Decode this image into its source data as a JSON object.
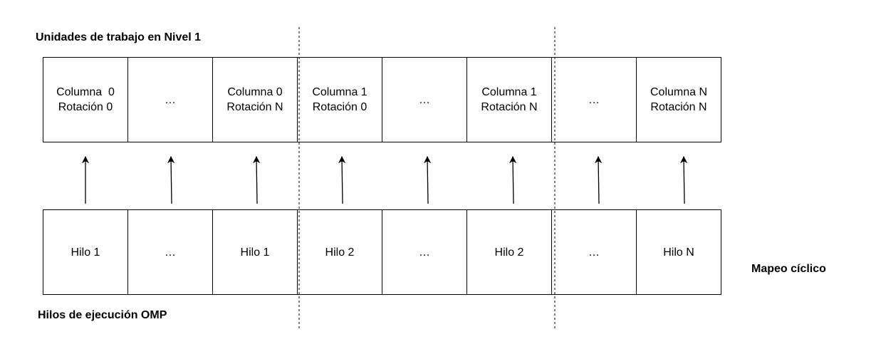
{
  "labels": {
    "top": "Unidades de trabajo en Nivel 1",
    "bottom": "Hilos de ejecución OMP",
    "right": "Mapeo cíclico"
  },
  "work_units": [
    {
      "line1": "Columna  0",
      "line2": "Rotación 0"
    },
    {
      "line1": "…",
      "line2": ""
    },
    {
      "line1": "Columna 0",
      "line2": "Rotación N"
    },
    {
      "line1": "Columna 1",
      "line2": "Rotación 0"
    },
    {
      "line1": "…",
      "line2": ""
    },
    {
      "line1": "Columna 1",
      "line2": "Rotación N"
    },
    {
      "line1": "…",
      "line2": ""
    },
    {
      "line1": "Columna N",
      "line2": "Rotación N"
    }
  ],
  "threads": [
    "Hilo 1",
    "…",
    "Hilo 1",
    "Hilo 2",
    "…",
    "Hilo 2",
    "…",
    "Hilo N"
  ],
  "colors": {
    "stroke": "#000000",
    "background": "#ffffff"
  }
}
